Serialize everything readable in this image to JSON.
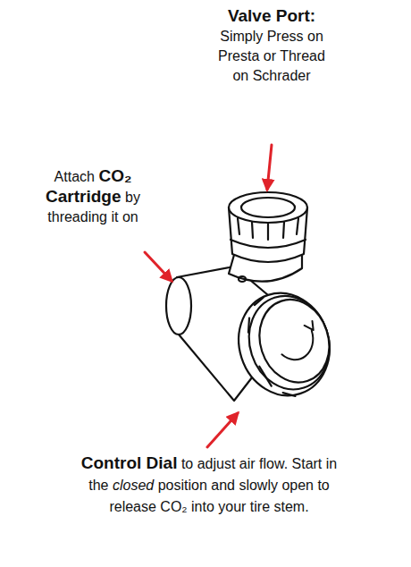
{
  "diagram": {
    "labels": [
      "Valve Port:",
      "Simply Press on Presta or Thread on Schrader",
      "Attach",
      "CO₂ Cartridge",
      "by threading it on",
      "Control Dial",
      "to adjust air flow. Start in the",
      "closed",
      "position and slowly open to release CO₂ into your tire stem."
    ]
  }
}
